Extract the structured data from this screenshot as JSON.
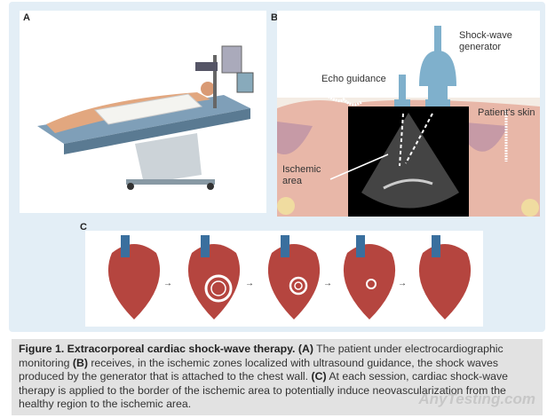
{
  "panels": {
    "a": {
      "label": "A"
    },
    "b": {
      "label": "B",
      "shock_wave_generator": "Shock-wave generator",
      "echo_guidance": "Echo guidance",
      "patients_skin": "Patient's skin",
      "ischemic_area": "Ischemic area"
    },
    "c": {
      "label": "C"
    }
  },
  "caption": {
    "title": "Figure 1. Extracorporeal cardiac shock-wave therapy.",
    "a_tag": "(A)",
    "a_text": " The patient under electrocardiographic monitoring ",
    "b_tag": "(B)",
    "b_text": " receives, in the ischemic zones localized with ultrasound guidance, the shock waves produced by the generator that is attached to the chest wall. ",
    "c_tag": "(C)",
    "c_text": " At each session, cardiac shock-wave therapy is applied to the border of the ischemic area to potentially induce neovascularization from the healthy region to the ischemic area."
  },
  "watermark": "AnyTesting.com",
  "colors": {
    "figure_bg": "#e3eef6",
    "caption_bg": "#e2e2e2",
    "device_blue": "#7fb0cc"
  }
}
